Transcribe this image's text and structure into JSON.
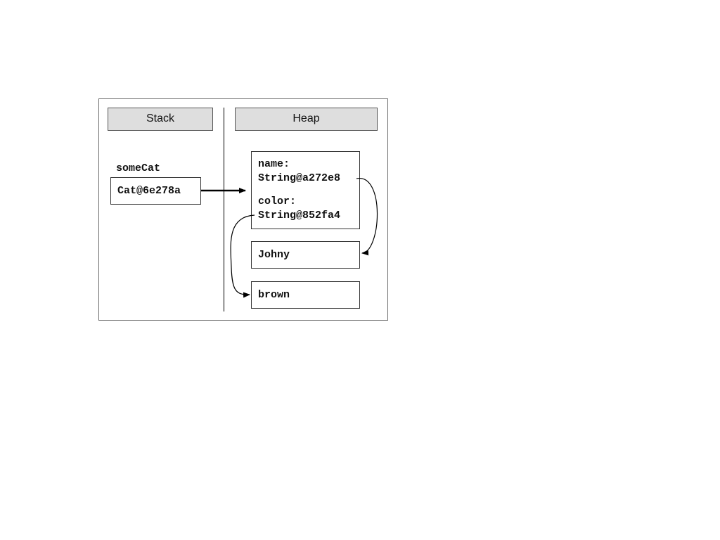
{
  "stack": {
    "title": "Stack",
    "variable_name": "someCat",
    "variable_value": "Cat@6e278a"
  },
  "heap": {
    "title": "Heap",
    "object": {
      "field1_label": "name:",
      "field1_value": "String@a272e8",
      "field2_label": "color:",
      "field2_value": "String@852fa4"
    },
    "string1": "Johny",
    "string2": "brown"
  },
  "colors": {
    "header_fill": "#dedede",
    "line": "#000000",
    "frame": "#6b6b6b"
  }
}
